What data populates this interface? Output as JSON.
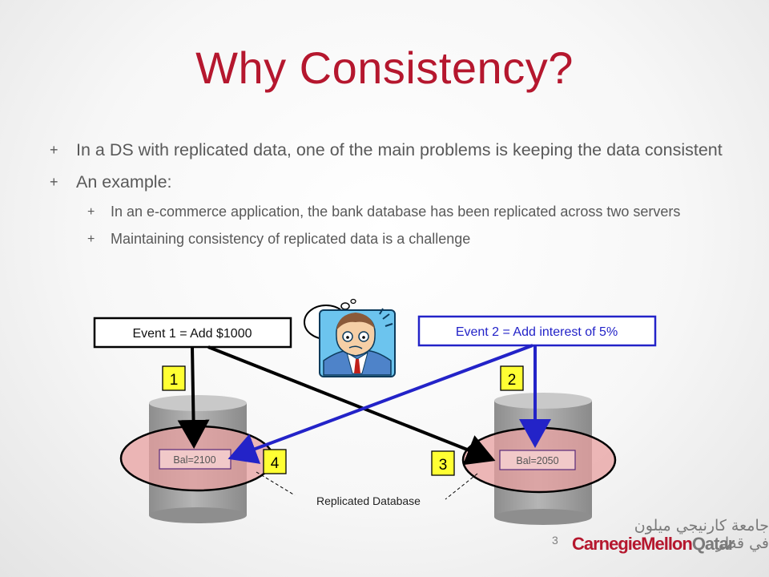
{
  "slide": {
    "title": "Why Consistency?",
    "bullets": [
      {
        "text": "In a DS with replicated data, one of the main problems is keeping the data consistent",
        "marker": "+"
      },
      {
        "text": "An example:",
        "marker": "+"
      }
    ],
    "sub_bullets": [
      {
        "text": "In an e-commerce application, the bank database has been replicated across two servers",
        "marker": "+"
      },
      {
        "text": "Maintaining consistency of replicated data is a challenge",
        "marker": "+"
      }
    ],
    "page_number": "3"
  },
  "diagram": {
    "event1": "Event 1 = Add $1000",
    "event2": "Event 2 = Add interest of 5%",
    "thought": "?",
    "steps": [
      "1",
      "2",
      "3",
      "4"
    ],
    "db_left_balance": "Bal=2100",
    "db_right_balance": "Bal=2050",
    "caption": "Replicated Database",
    "colors": {
      "event1_arrow": "#000000",
      "event2_arrow": "#2323c8",
      "step_badge": "#ffff33",
      "ellipse_fill": "#e8a0a0",
      "cylinder": "#a3a3a3",
      "title": "#b5172e"
    },
    "icons": [
      "confused-man-icon",
      "thought-bubble-icon"
    ]
  },
  "logo": {
    "arabic": "جامعة كارنيجي ميلون في قطر",
    "brand": "CarnegieMellon",
    "suffix": "Qatar"
  }
}
